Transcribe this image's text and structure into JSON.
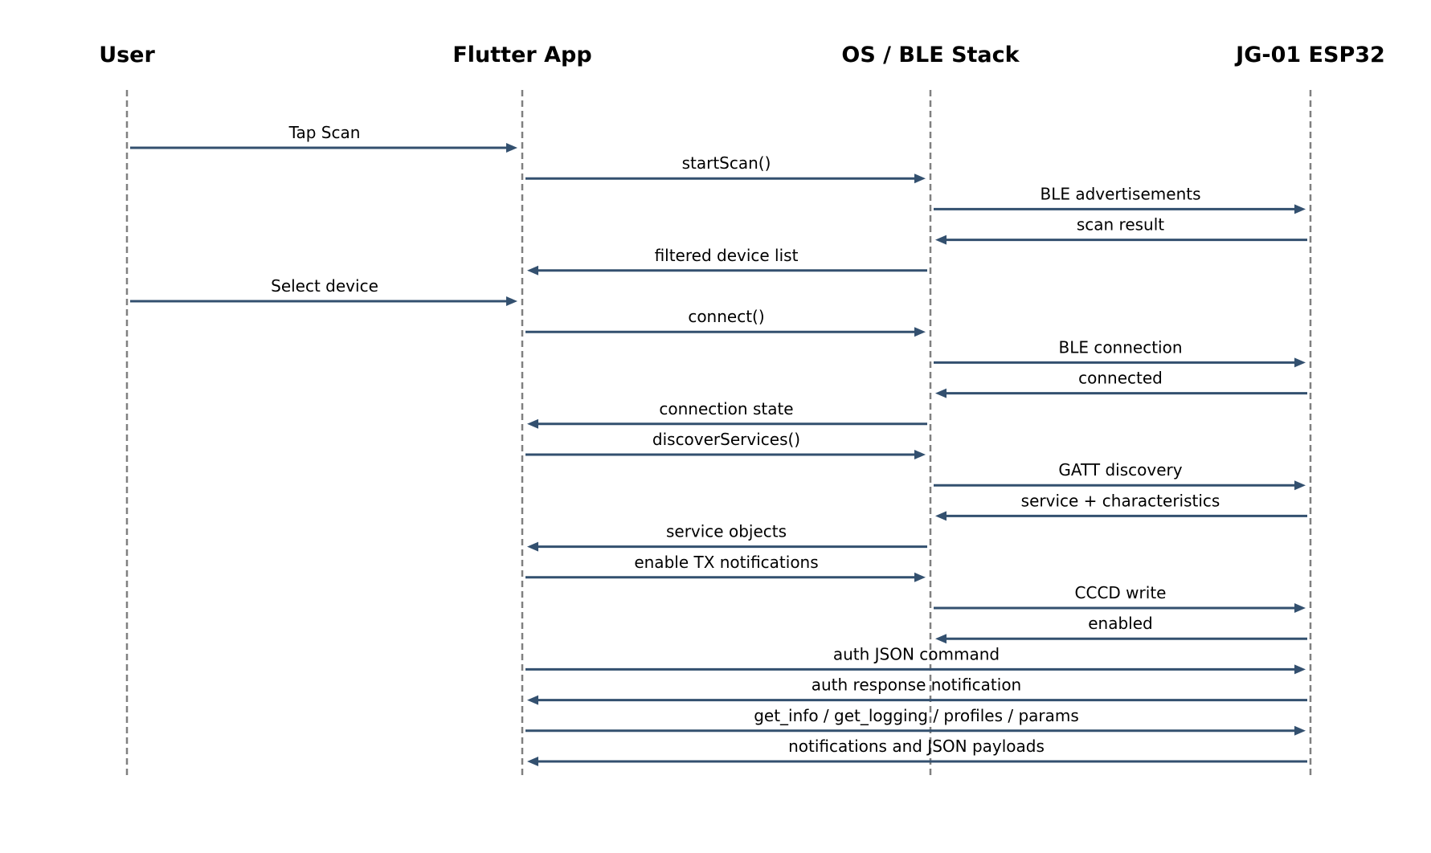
{
  "colors": {
    "arrow": "#33506f",
    "lifeline": "#808080",
    "text": "#000000",
    "background": "#ffffff"
  },
  "participants": [
    {
      "id": "user",
      "label": "User"
    },
    {
      "id": "app",
      "label": "Flutter App"
    },
    {
      "id": "os",
      "label": "OS / BLE Stack"
    },
    {
      "id": "esp",
      "label": "JG-01 ESP32"
    }
  ],
  "messages": [
    {
      "from": "user",
      "to": "app",
      "label": "Tap Scan"
    },
    {
      "from": "app",
      "to": "os",
      "label": "startScan()"
    },
    {
      "from": "os",
      "to": "esp",
      "label": "BLE advertisements"
    },
    {
      "from": "esp",
      "to": "os",
      "label": "scan result"
    },
    {
      "from": "os",
      "to": "app",
      "label": "filtered device list"
    },
    {
      "from": "user",
      "to": "app",
      "label": "Select device"
    },
    {
      "from": "app",
      "to": "os",
      "label": "connect()"
    },
    {
      "from": "os",
      "to": "esp",
      "label": "BLE connection"
    },
    {
      "from": "esp",
      "to": "os",
      "label": "connected"
    },
    {
      "from": "os",
      "to": "app",
      "label": "connection state"
    },
    {
      "from": "app",
      "to": "os",
      "label": "discoverServices()"
    },
    {
      "from": "os",
      "to": "esp",
      "label": "GATT discovery"
    },
    {
      "from": "esp",
      "to": "os",
      "label": "service + characteristics"
    },
    {
      "from": "os",
      "to": "app",
      "label": "service objects"
    },
    {
      "from": "app",
      "to": "os",
      "label": "enable TX notifications"
    },
    {
      "from": "os",
      "to": "esp",
      "label": "CCCD write"
    },
    {
      "from": "esp",
      "to": "os",
      "label": "enabled"
    },
    {
      "from": "app",
      "to": "esp",
      "label": "auth JSON command"
    },
    {
      "from": "esp",
      "to": "app",
      "label": "auth response notification"
    },
    {
      "from": "app",
      "to": "esp",
      "label": "get_info / get_logging / profiles / params"
    },
    {
      "from": "esp",
      "to": "app",
      "label": "notifications and JSON payloads"
    }
  ]
}
